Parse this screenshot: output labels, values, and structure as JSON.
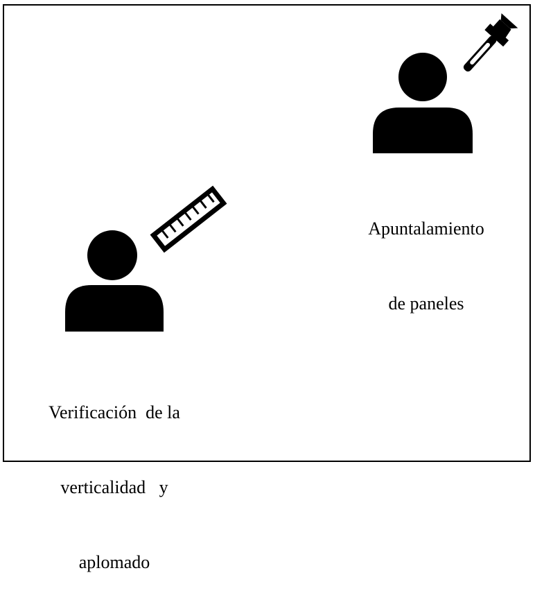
{
  "diagram": {
    "roles": [
      {
        "id": "panel-shoring",
        "icon": "worker-with-hammer-icon",
        "label_lines": [
          "Apuntalamiento",
          "de paneles"
        ]
      },
      {
        "id": "plumb-check",
        "icon": "worker-with-ruler-icon",
        "label_lines": [
          "Verificación  de la",
          "verticalidad   y",
          "aplomado"
        ]
      }
    ],
    "colors": {
      "ink": "#000000",
      "background": "#ffffff",
      "border": "#000000"
    }
  }
}
